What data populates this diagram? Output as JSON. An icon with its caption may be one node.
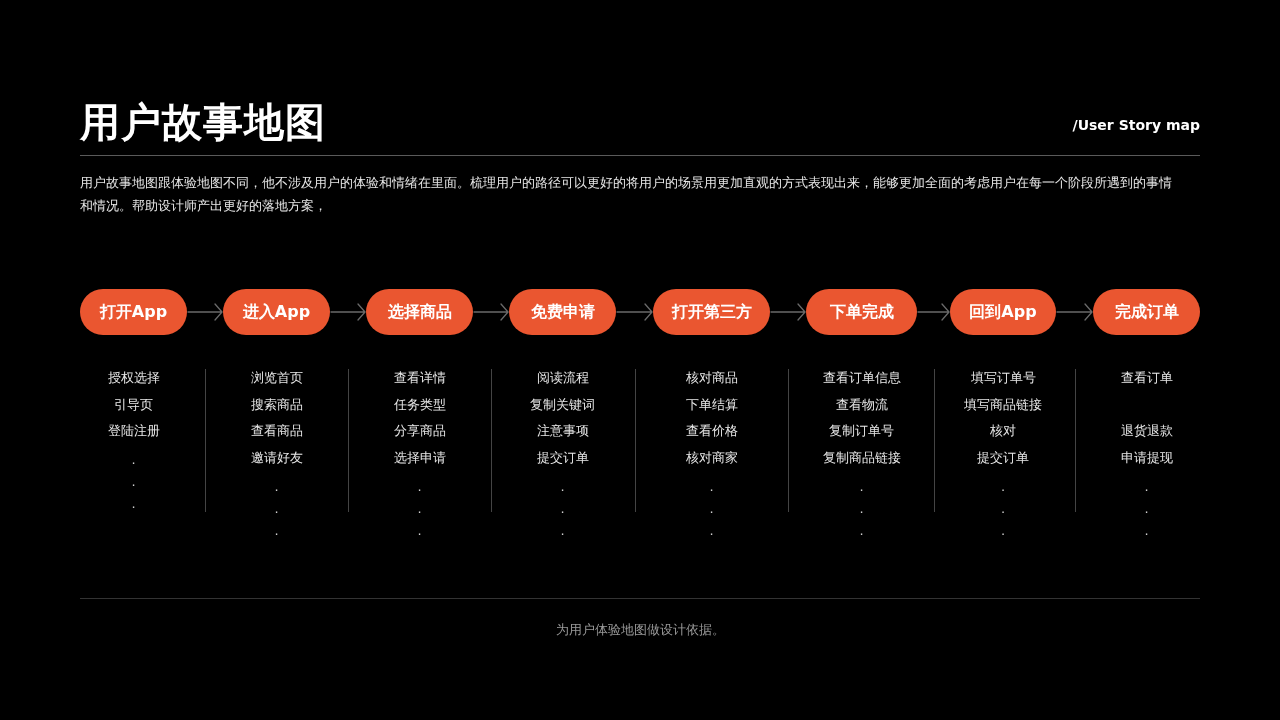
{
  "diagram": {
    "title": "用户故事地图",
    "caption": "为用户体验地图做设计依据。",
    "nodes": [
      {
        "text": [
          "打开App"
        ],
        "beside": [
          "授权选择",
          "引导页",
          "登陆注册",
          ".",
          ".",
          "."
        ]
      },
      {
        "text": [
          "进入App"
        ],
        "beside": [
          "浏览首页",
          "搜索商品",
          "查看商品",
          "邀请好友",
          ".",
          ".",
          "."
        ]
      },
      {
        "text": [
          "选择商品"
        ],
        "beside": [
          "查看详情",
          "任务类型",
          "分享商品",
          "选择申请",
          ".",
          ".",
          "."
        ]
      },
      {
        "text": [
          "免费申请"
        ],
        "beside": [
          "阅读流程",
          "复制关键词",
          "注意事项",
          "提交订单",
          ".",
          ".",
          "."
        ]
      },
      {
        "text": [
          "打开第三方"
        ],
        "beside": [
          "核对商品",
          "下单结算",
          "查看价格",
          "核对商家",
          ".",
          ".",
          "."
        ]
      },
      {
        "text": [
          "下单完成"
        ],
        "beside": [
          "查看订单信息",
          "查看物流",
          "复制订单号",
          "复制商品链接",
          ".",
          ".",
          "."
        ]
      },
      {
        "text": [
          "回到App"
        ],
        "beside": [
          "填写订单号",
          "填写商品链接",
          "核对",
          "提交订单",
          ".",
          ".",
          "."
        ]
      },
      {
        "text": [
          "完成订单"
        ],
        "beside": [
          "查看订单",
          "退货退款",
          "申请提现",
          ".",
          ".",
          "."
        ]
      }
    ],
    "edges": [
      {
        "from": 0,
        "to": 1,
        "arrow": "to"
      },
      {
        "from": 1,
        "to": 2,
        "arrow": "to"
      },
      {
        "from": 2,
        "to": 3,
        "arrow": "to"
      },
      {
        "from": 3,
        "to": 4,
        "arrow": "to"
      },
      {
        "from": 4,
        "to": 5,
        "arrow": "to"
      },
      {
        "from": 5,
        "to": 6,
        "arrow": "to"
      },
      {
        "from": 6,
        "to": 7,
        "arrow": "to"
      }
    ],
    "labels": [
      "/User Story map",
      "用户故事地图跟体验地图不同，他不涉及用户的体验和情绪在里面。梳理用户的路径可以更好的将用户的场景用更加直观的方式表现出来，能够更加全面的考虑用户在每一个阶段所遇到的事情和情况。帮助设计师产出更好的落地方案，"
    ]
  }
}
